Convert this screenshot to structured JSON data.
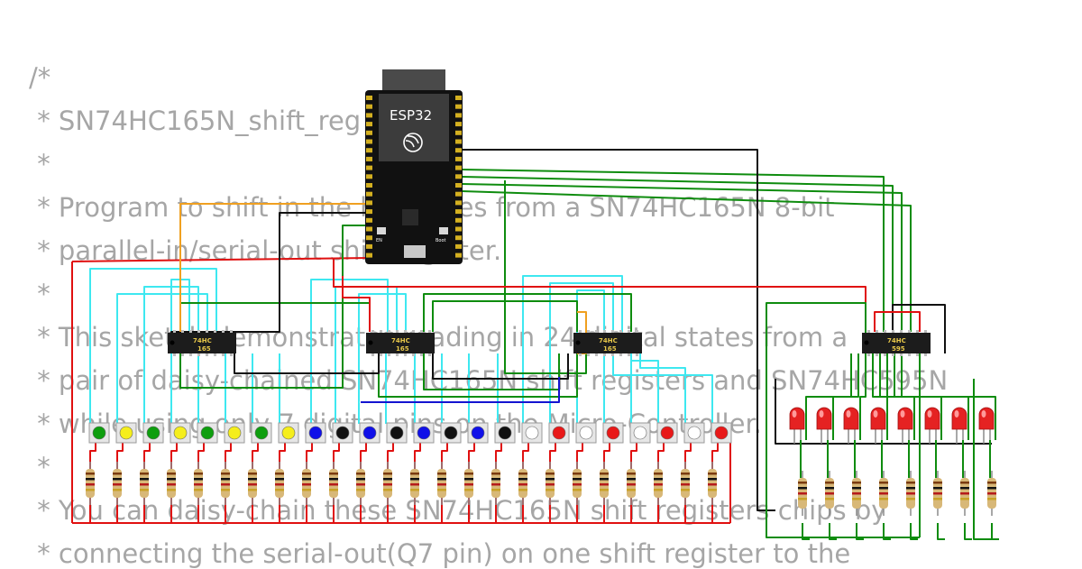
{
  "code_lines": [
    "/*",
    " * SN74HC165N_shift_reg",
    " *",
    " * Program to shift in the bit values from a SN74HC165N 8-bit",
    " * parallel-in/serial-out shift register.",
    " *",
    " * This sketch demonstrates reading in 24 digital states from a",
    " * pair of daisy-chained SN74HC165N shift registers and SN74HC595N",
    " * while using only 7 digital pins on the Micro-Controller.",
    " *",
    " * You can daisy-chain these SN74HC165N shift registers chips by",
    " * connecting the serial-out(Q7 pin) on one shift register to the"
  ],
  "board": {
    "label": "ESP32",
    "boot_label": "Boot",
    "en_label": "EN"
  },
  "chips": [
    {
      "line1": "74HC",
      "line2": "165"
    },
    {
      "line1": "74HC",
      "line2": "165"
    },
    {
      "line1": "74HC",
      "line2": "165"
    },
    {
      "line1": "74HC",
      "line2": "595"
    }
  ],
  "button_colors": [
    "green",
    "yellow",
    "green",
    "yellow",
    "green",
    "yellow",
    "green",
    "yellow",
    "blue",
    "black",
    "blue",
    "black",
    "blue",
    "black",
    "blue",
    "black",
    "white",
    "red",
    "white",
    "red",
    "white",
    "red",
    "white",
    "red"
  ],
  "led_count": 8,
  "colors": {
    "wire_red": "#e01010",
    "wire_cyan": "#3ee8f0",
    "wire_green": "#0e8c0e",
    "wire_black": "#111111",
    "wire_orange": "#f0a020",
    "wire_blue": "#1414d0",
    "code_text": "#a6a6a6",
    "chip_body": "#1c1c1c",
    "led": "#e52222"
  }
}
